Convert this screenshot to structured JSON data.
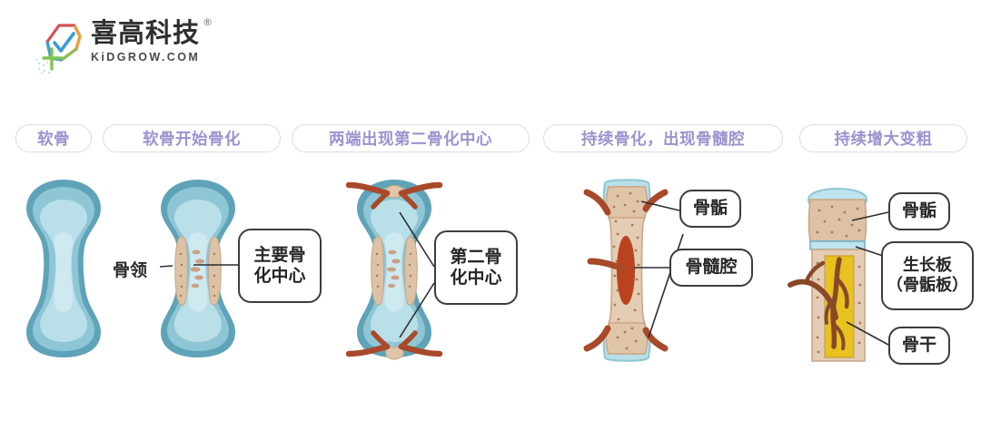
{
  "brand": {
    "logo_icon": "kidgrow-tag-check-logo",
    "name_cn": "喜高科技",
    "registered_mark": "®",
    "name_en": "KiDGROW.COM"
  },
  "palette": {
    "pill_text": "#9b93cf",
    "pill_border": "#dcdce4",
    "cartilage_outer": "#5fa3b8",
    "cartilage_mid": "#8ec6d6",
    "cartilage_inner": "#b9dfe9",
    "cartilage_core": "#cfe9f0",
    "bone_collar": "#ddc2a5",
    "bone_shaft": "#e4cdb4",
    "bone_speckle": "#a9785a",
    "vessel": "#a8492a",
    "marrow_cavity": "#b8431e",
    "yellow_marrow": "#e8c21e",
    "callout_border": "#3c3c3c",
    "text_dark": "#262626"
  },
  "stages": [
    {
      "id": "stage-1",
      "pill_label": "软骨",
      "figure": "cartilage-model",
      "annotations": []
    },
    {
      "id": "stage-2",
      "pill_label": "软骨开始骨化",
      "figure": "bone-collar-model",
      "annotations": [
        {
          "name": "bone-collar",
          "style": "plain",
          "lines": [
            "骨领"
          ]
        },
        {
          "name": "primary-ossification-center",
          "style": "box",
          "lines": [
            "主要骨",
            "化中心"
          ]
        }
      ]
    },
    {
      "id": "stage-3",
      "pill_label": "两端出现第二骨化中心",
      "figure": "secondary-center-model",
      "annotations": [
        {
          "name": "secondary-ossification-center",
          "style": "box",
          "lines": [
            "第二骨",
            "化中心"
          ]
        }
      ]
    },
    {
      "id": "stage-4",
      "pill_label": "持续骨化，出现骨髓腔",
      "figure": "medullary-cavity-model",
      "annotations": [
        {
          "name": "epiphysis",
          "style": "box",
          "lines": [
            "骨骺"
          ]
        },
        {
          "name": "medullary-cavity",
          "style": "box",
          "lines": [
            "骨髓腔"
          ]
        }
      ]
    },
    {
      "id": "stage-5",
      "pill_label": "持续增大变粗",
      "figure": "mature-bone-model",
      "annotations": [
        {
          "name": "epiphysis",
          "style": "box",
          "lines": [
            "骨骺"
          ]
        },
        {
          "name": "growth-plate",
          "style": "box",
          "lines": [
            "生长板",
            "（骨骺板）"
          ]
        },
        {
          "name": "diaphysis",
          "style": "box",
          "lines": [
            "骨干"
          ]
        }
      ]
    }
  ]
}
